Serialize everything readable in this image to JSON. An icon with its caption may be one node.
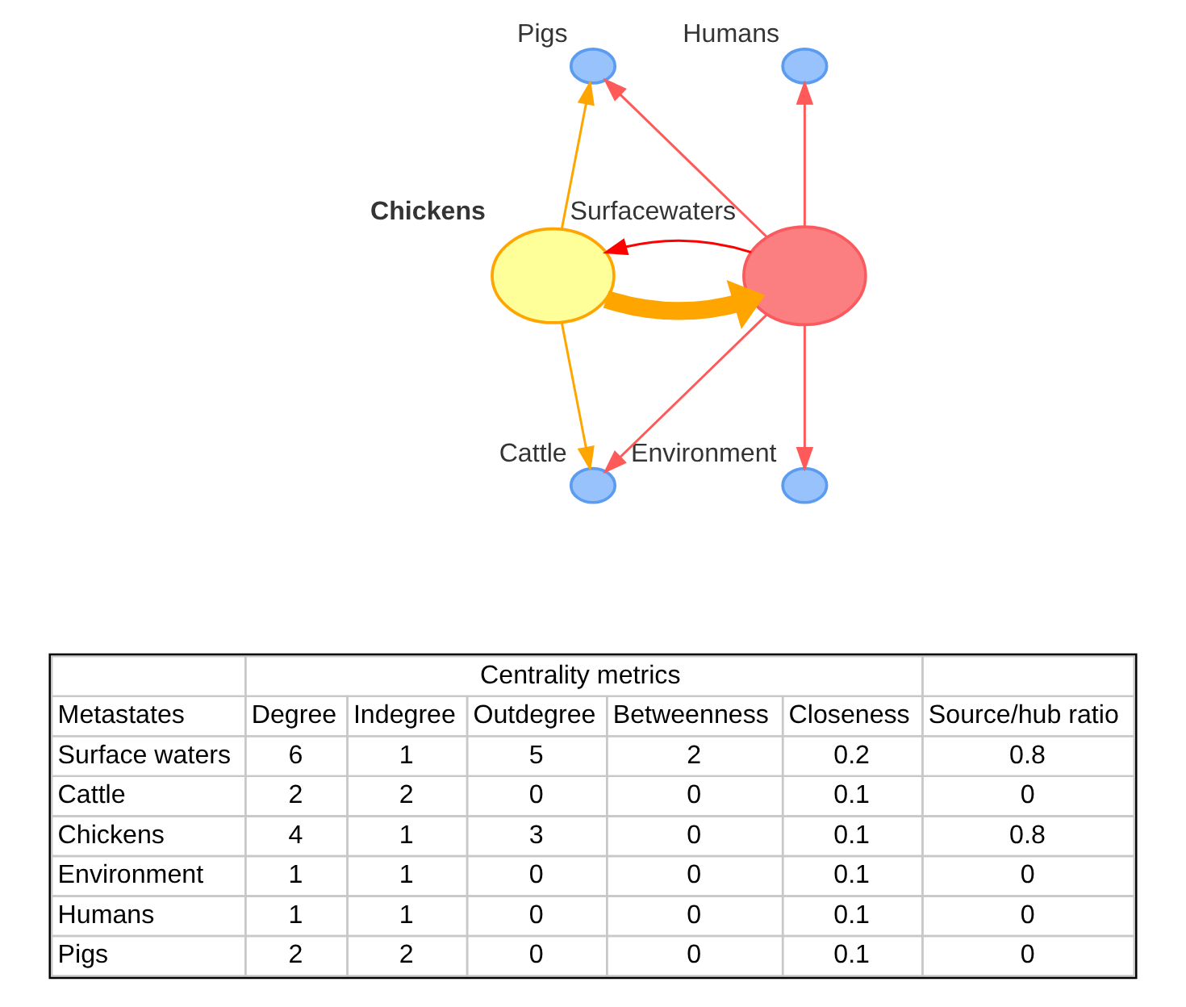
{
  "diagram": {
    "nodes": [
      {
        "text": [
          "Pigs"
        ]
      },
      {
        "text": [
          "Humans"
        ]
      },
      {
        "text": [
          "Chickens"
        ]
      },
      {
        "text": [
          "Surfacewaters"
        ]
      },
      {
        "text": [
          "Environment"
        ]
      },
      {
        "text": [
          "Cattle"
        ]
      }
    ],
    "edges": [
      {
        "from": 2,
        "to": 0,
        "arrow": "to",
        "color": "#ffa500"
      },
      {
        "from": 2,
        "to": 5,
        "arrow": "to",
        "color": "#ffa500"
      },
      {
        "from": 2,
        "to": 3,
        "arrow": "to",
        "style": "thick",
        "color": "#ffa500"
      },
      {
        "from": 3,
        "to": 2,
        "arrow": "to",
        "color": "#ff0000"
      },
      {
        "from": 3,
        "to": 0,
        "arrow": "to"
      },
      {
        "from": 3,
        "to": 5,
        "arrow": "to"
      },
      {
        "from": 3,
        "to": 1,
        "arrow": "to"
      },
      {
        "from": 3,
        "to": 4,
        "arrow": "to"
      }
    ],
    "labels": [
      "Centrality metrics",
      "Metastates",
      "Degree",
      "Indegree",
      "Outdegree",
      "Betweenness",
      "Closeness",
      "Source/hub ratio",
      "Surface waters",
      "6",
      "1",
      "5",
      "2",
      "0.2",
      "0.8",
      "Cattle",
      "2",
      "2",
      "0",
      "0",
      "0.1",
      "0",
      "Chickens",
      "4",
      "1",
      "3",
      "0",
      "0.1",
      "0.8",
      "Environment",
      "1",
      "1",
      "0",
      "0",
      "0.1",
      "0",
      "Humans",
      "1",
      "1",
      "0",
      "0",
      "0.1",
      "0",
      "Pigs",
      "2",
      "2",
      "0",
      "0",
      "0.1",
      "0"
    ]
  }
}
